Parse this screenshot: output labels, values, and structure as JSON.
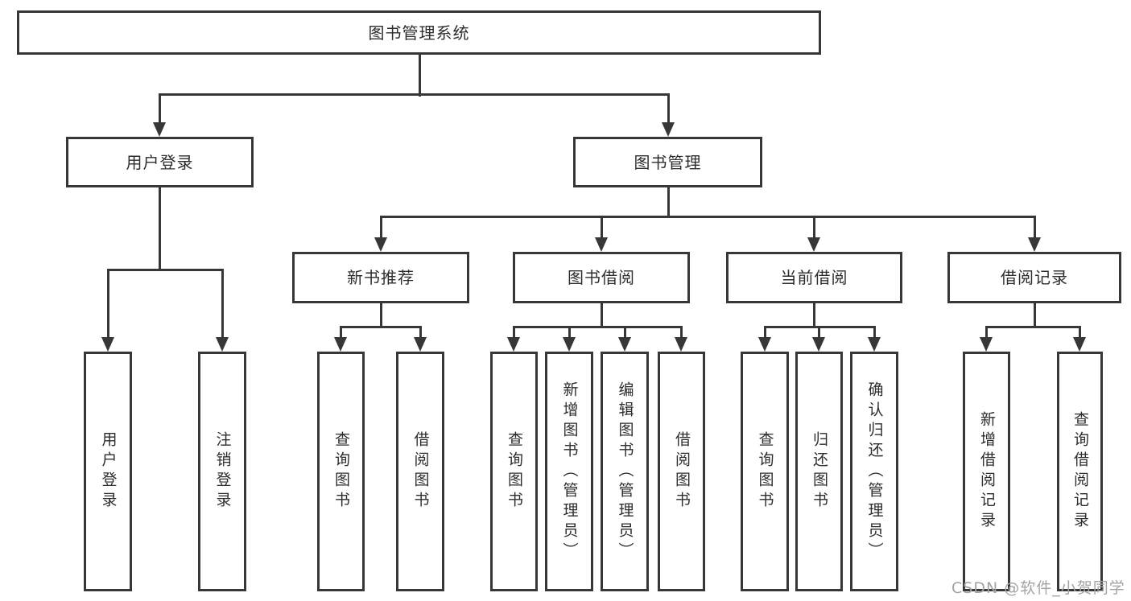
{
  "diagram": {
    "title": "图书管理系统",
    "root": {
      "label": "图书管理系统",
      "children": [
        {
          "label": "用户登录",
          "children": [
            {
              "label": "用户登录"
            },
            {
              "label": "注销登录"
            }
          ]
        },
        {
          "label": "图书管理",
          "children": [
            {
              "label": "新书推荐",
              "children": [
                {
                  "label": "查询图书"
                },
                {
                  "label": "借阅图书"
                }
              ]
            },
            {
              "label": "图书借阅",
              "children": [
                {
                  "label": "查询图书"
                },
                {
                  "label": "新增图书（管理员）"
                },
                {
                  "label": "编辑图书（管理员）"
                },
                {
                  "label": "借阅图书"
                }
              ]
            },
            {
              "label": "当前借阅",
              "children": [
                {
                  "label": "查询图书"
                },
                {
                  "label": "归还图书"
                },
                {
                  "label": "确认归还（管理员）"
                }
              ]
            },
            {
              "label": "借阅记录",
              "children": [
                {
                  "label": "新增借阅记录"
                },
                {
                  "label": "查询借阅记录"
                }
              ]
            }
          ]
        }
      ]
    },
    "colors": {
      "line": "#373737",
      "box_border": "#373737",
      "text": "#2d2d2d",
      "background": "#ffffff",
      "watermark": "#a3a3a3"
    }
  },
  "watermark": {
    "text": "CSDN @软件_小贺同学"
  }
}
